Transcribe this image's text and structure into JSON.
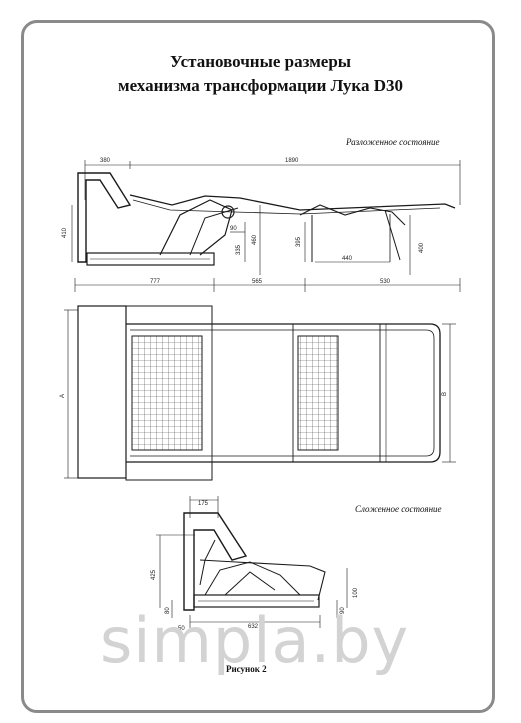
{
  "title": {
    "line1": "Установочные размеры",
    "line2": "механизма трансформации Лука D30"
  },
  "sections": {
    "unfolded_label": "Разложенное состояние",
    "folded_label": "Сложенное состояние"
  },
  "caption": "Рисунок 2",
  "watermark": "simpla.by",
  "unfolded_dims": {
    "top_left": "380",
    "top_span": "1890",
    "height_left": "410",
    "height_mid1": "335",
    "height_mid2": "460",
    "height_mid3": "395",
    "height_right": "400",
    "inner_width": "440",
    "small_gap": "90",
    "bottom_1": "777",
    "bottom_2": "565",
    "bottom_3": "530"
  },
  "plan_dims": {
    "left_label": "A",
    "right_label": "B"
  },
  "folded_dims": {
    "top": "175",
    "height_main": "425",
    "height_right": "100",
    "small_left1": "80",
    "small_left2": "50",
    "bottom": "632",
    "small_right": "90"
  },
  "colors": {
    "line": "#1a1a1a",
    "frame_border": "#8a8a8a",
    "watermark": "#d3d3d3"
  }
}
